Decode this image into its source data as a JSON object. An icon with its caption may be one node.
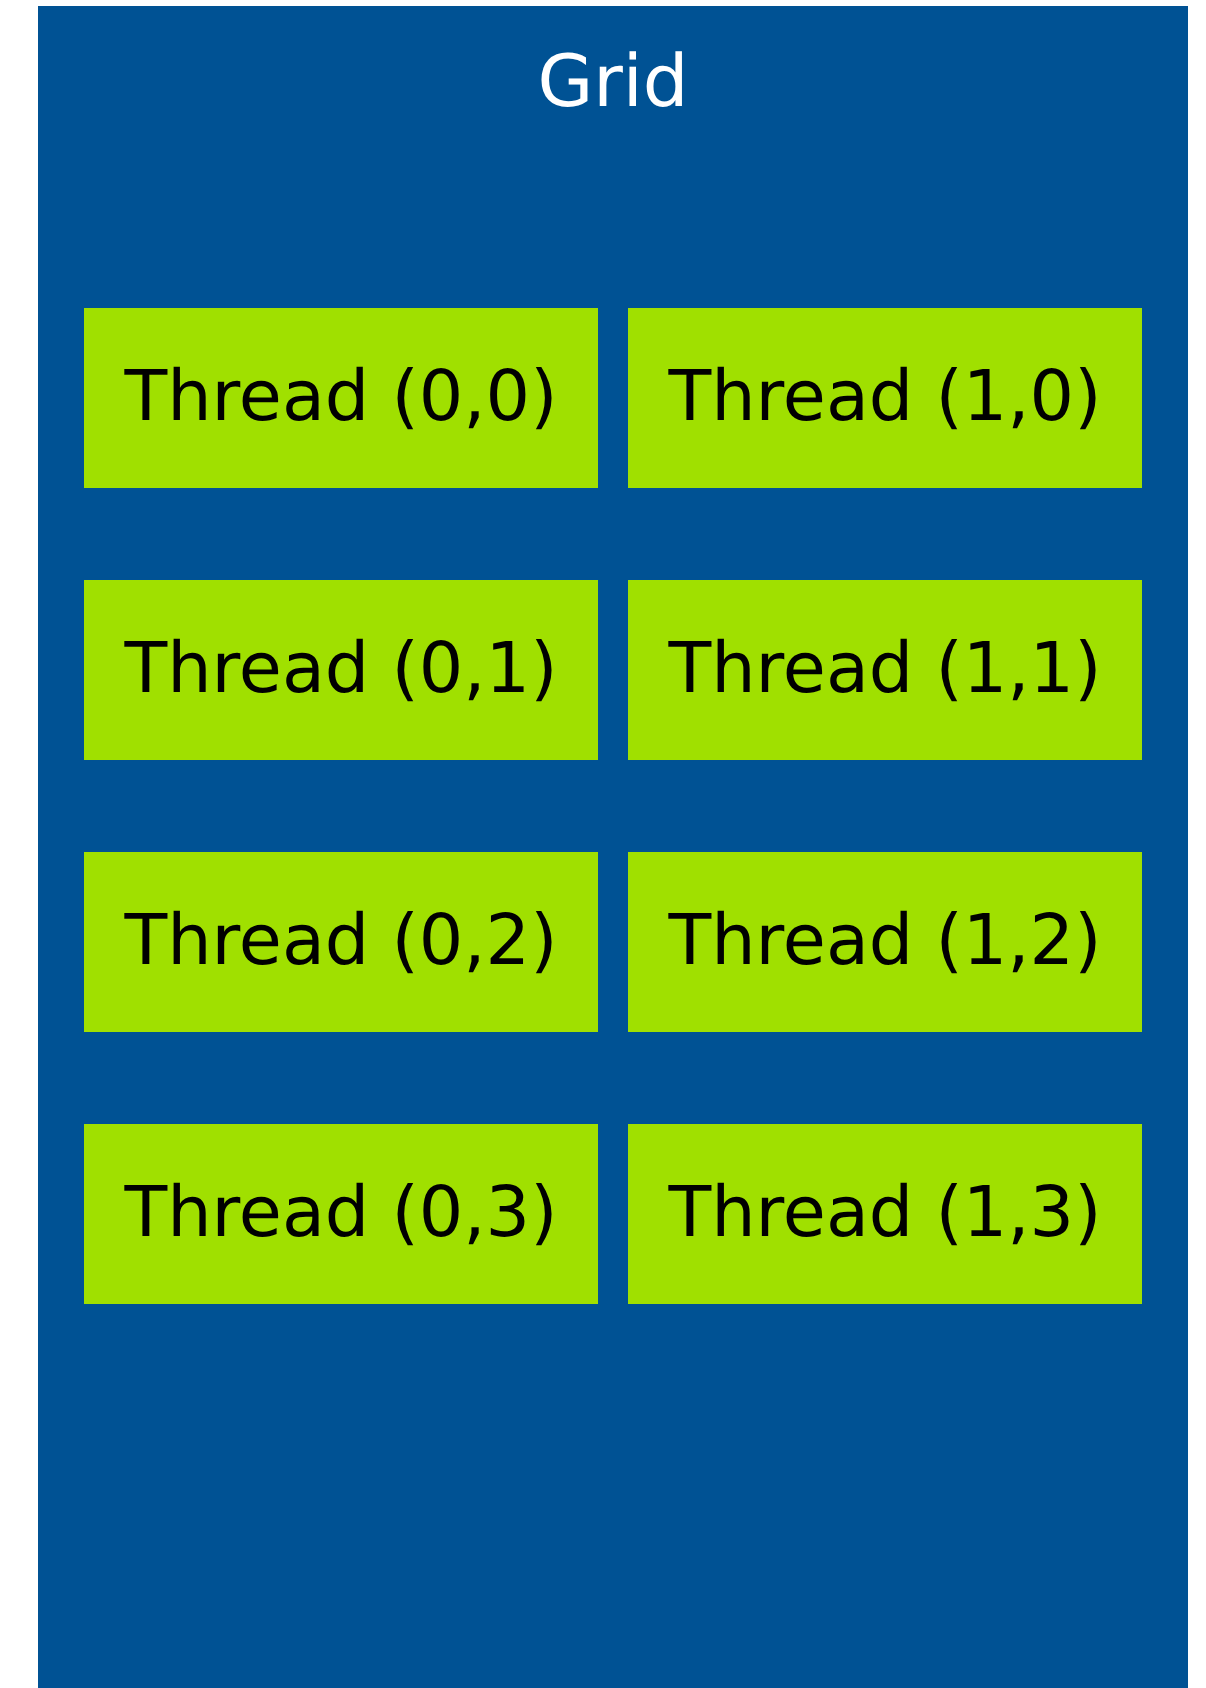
{
  "diagram": {
    "nodes": [
      {
        "text": [
          "Grid"
        ]
      },
      {
        "text": [
          "Thread (0,0)"
        ],
        "in": 0
      },
      {
        "text": [
          "Thread (1,0)"
        ],
        "in": 0
      },
      {
        "text": [
          "Thread (0,1)"
        ],
        "in": 0
      },
      {
        "text": [
          "Thread (1,1)"
        ],
        "in": 0
      },
      {
        "text": [
          "Thread (0,2)"
        ],
        "in": 0
      },
      {
        "text": [
          "Thread (1,2)"
        ],
        "in": 0
      },
      {
        "text": [
          "Thread (0,3)"
        ],
        "in": 0
      },
      {
        "text": [
          "Thread (1,3)"
        ],
        "in": 0
      }
    ]
  }
}
